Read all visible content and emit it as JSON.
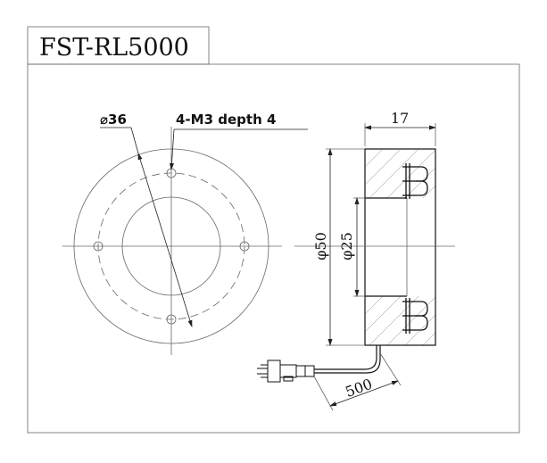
{
  "title": "FST-RL5000",
  "front_view": {
    "bolt_circle_label": "⌀36",
    "hole_label": "4-M3 depth 4"
  },
  "side_view": {
    "thickness_label": "17",
    "outer_diameter_label": "φ50",
    "inner_diameter_label": "φ25"
  },
  "cable": {
    "length_label": "500"
  },
  "colors": {
    "line": "#111111",
    "thin_line": "#666666",
    "hatch": "#888888",
    "background": "#ffffff"
  }
}
